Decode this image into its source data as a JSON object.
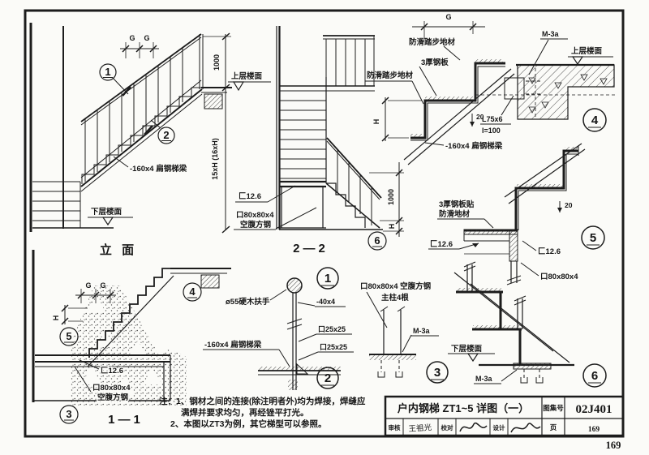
{
  "doc": {
    "folio": "169"
  },
  "views": {
    "elevation": {
      "title": "立 面",
      "g1": "G",
      "g2": "G",
      "d1000": "1000",
      "dh": "15xH (16xH)",
      "upper": "上层楼面",
      "lower": "下层楼面",
      "stringer": "-160x4 扁钢梯梁",
      "m1": "1",
      "m2": "2"
    },
    "sec22": {
      "title": "2—2",
      "channel": "匚12.6",
      "tube": "口80x80x4",
      "tube2": "空腹方钢",
      "d1000": "1000",
      "dh": "H",
      "m6": "6"
    },
    "sec11": {
      "title": "1—1",
      "g1": "G",
      "g2": "G",
      "dh": "H",
      "channel": "匚12.6",
      "tube": "口80x80x4",
      "tube2": "空腹方钢",
      "m3": "3",
      "m4": "4",
      "m5": "5"
    },
    "det1": {
      "n": "1",
      "handrail": "ø55硬木扶手",
      "bar": "-40x4"
    },
    "det2": {
      "n": "2",
      "sq1": "口25x25",
      "sq2": "口25x25",
      "stringer": "-160x4 扁钢梯梁"
    },
    "det3": {
      "n": "3",
      "tube": "口80x80x4 空腹方钢",
      "posts": "主柱4根",
      "anchor": "M-3a"
    },
    "det4": {
      "n": "4",
      "g": "G",
      "antislip_top": "防滑踏步地材",
      "antislip_left": "防滑踏步地材",
      "plate": "3厚钢板",
      "anchor": "M-3a",
      "upper": "上层楼面",
      "dh": "H",
      "d20": "20",
      "angle": "L75x6",
      "angle_len": "l=100",
      "stringer": "-160x4 扁钢梯梁"
    },
    "det5": {
      "n": "5",
      "plate1": "3厚钢板贴",
      "plate2": "防滑地材",
      "d20": "20",
      "chL": "匚12.6",
      "chR": "匚12.6",
      "tube": "口80x80x4"
    },
    "det6": {
      "n": "6",
      "lower": "下层楼面",
      "anchor": "M-3a"
    }
  },
  "notes": {
    "line1": "注：1、钢材之间的连接(除注明者外)均为焊接，焊缝应",
    "line2": "满焊并要求均匀，再经锉平打光。",
    "line3": "2、本图以ZT3为例，其它梯型可以参照。"
  },
  "titleblock": {
    "title": "户内钢梯 ZT1~5 详图（一）",
    "atlas_label": "图集号",
    "atlas_no": "02J401",
    "page_label": "页",
    "page_no": "169",
    "reviewer_label": "审核",
    "reviewer_sig": "王祖光",
    "checker_label": "校对",
    "designer_label": "设计"
  }
}
